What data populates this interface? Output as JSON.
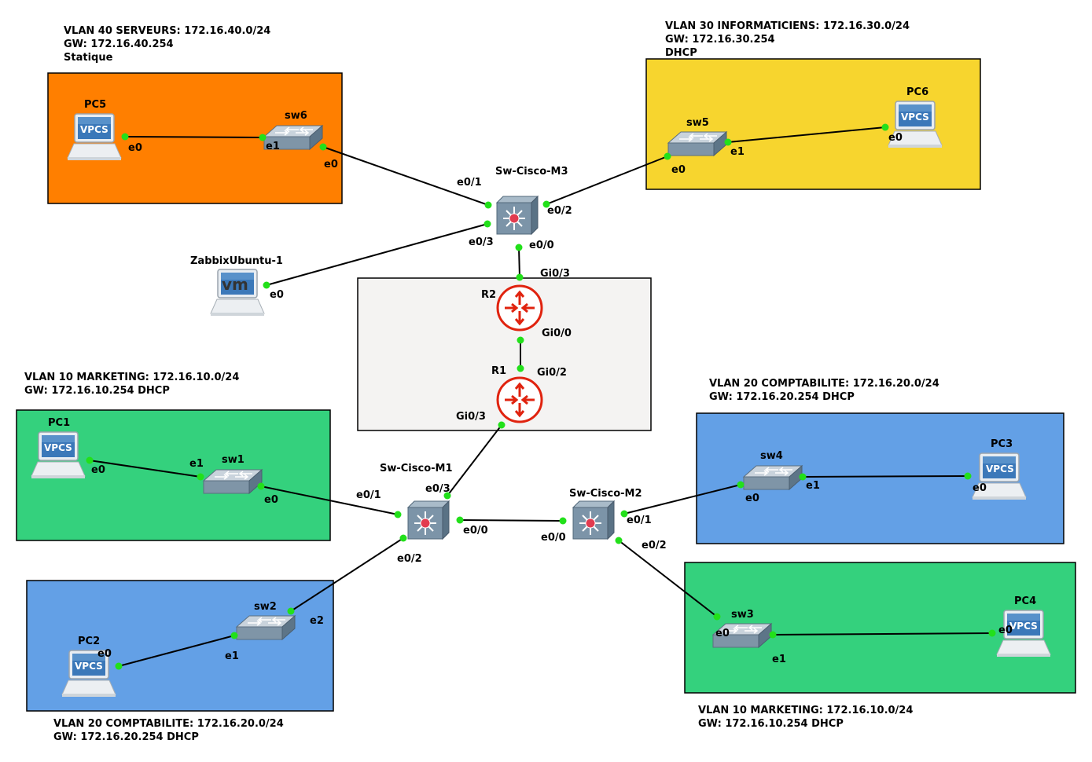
{
  "colors": {
    "vlan40": "#ff7f00",
    "vlan30": "#f7d52e",
    "vlan10": "#34d17d",
    "vlan20": "#63a0e6",
    "core": "#f4f3f2",
    "link_dot": "#22e01a",
    "router": "#e0230f"
  },
  "zones": {
    "vlan40": {
      "line1": "VLAN 40 SERVEURS: 172.16.40.0/24",
      "line2": "GW: 172.16.40.254",
      "line3": "Statique"
    },
    "vlan30": {
      "line1": "VLAN 30 INFORMATICIENS: 172.16.30.0/24",
      "line2": "GW: 172.16.30.254",
      "line3": "DHCP"
    },
    "vlan10_left": {
      "line1": "VLAN 10 MARKETING: 172.16.10.0/24",
      "line2": "GW: 172.16.10.254  DHCP"
    },
    "vlan20_right": {
      "line1": "VLAN 20 COMPTABILITE: 172.16.20.0/24",
      "line2": "GW: 172.16.20.254  DHCP"
    },
    "vlan20_left": {
      "line1": "VLAN 20 COMPTABILITE: 172.16.20.0/24",
      "line2": "GW: 172.16.20.254  DHCP"
    },
    "vlan10_right": {
      "line1": "VLAN 10 MARKETING: 172.16.10.0/24",
      "line2": "GW: 172.16.10.254  DHCP"
    }
  },
  "nodes": {
    "pc1": "PC1",
    "pc2": "PC2",
    "pc3": "PC3",
    "pc4": "PC4",
    "pc5": "PC5",
    "pc6": "PC6",
    "sw1": "sw1",
    "sw2": "sw2",
    "sw3": "sw3",
    "sw4": "sw4",
    "sw5": "sw5",
    "sw6": "sw6",
    "m1": "Sw-Cisco-M1",
    "m2": "Sw-Cisco-M2",
    "m3": "Sw-Cisco-M3",
    "r1": "R1",
    "r2": "R2",
    "zabbix": "ZabbixUbuntu-1"
  },
  "icons": {
    "vpcs": "VPCS",
    "vm": "vm"
  },
  "interfaces": {
    "e0": "e0",
    "e1": "e1",
    "e2": "e2",
    "e00": "e0/0",
    "e01": "e0/1",
    "e02": "e0/2",
    "e03": "e0/3",
    "gi00": "Gi0/0",
    "gi02": "Gi0/2",
    "gi03": "Gi0/3"
  }
}
